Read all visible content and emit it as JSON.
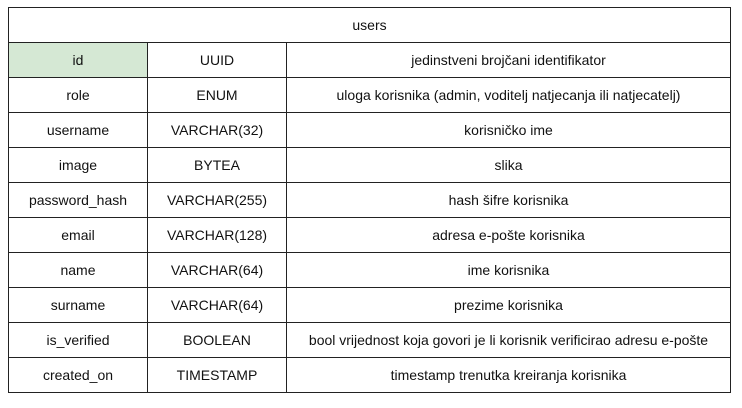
{
  "table": {
    "title": "users",
    "highlight_color": "#d5e8d4",
    "rows": [
      {
        "name": "id",
        "type": "UUID",
        "description": "jedinstveni brojčani identifikator"
      },
      {
        "name": "role",
        "type": "ENUM",
        "description": "uloga korisnika (admin, voditelj natjecanja ili natjecatelj)"
      },
      {
        "name": "username",
        "type": "VARCHAR(32)",
        "description": "korisničko ime"
      },
      {
        "name": "image",
        "type": "BYTEA",
        "description": "slika"
      },
      {
        "name": "password_hash",
        "type": "VARCHAR(255)",
        "description": "hash šifre korisnika"
      },
      {
        "name": "email",
        "type": "VARCHAR(128)",
        "description": "adresa e-pošte korisnika"
      },
      {
        "name": "name",
        "type": "VARCHAR(64)",
        "description": "ime korisnika"
      },
      {
        "name": "surname",
        "type": "VARCHAR(64)",
        "description": "prezime korisnika"
      },
      {
        "name": "is_verified",
        "type": "BOOLEAN",
        "description": "bool vrijednost koja govori je li korisnik verificirao adresu e-pošte"
      },
      {
        "name": "created_on",
        "type": "TIMESTAMP",
        "description": "timestamp trenutka kreiranja korisnika"
      }
    ]
  }
}
